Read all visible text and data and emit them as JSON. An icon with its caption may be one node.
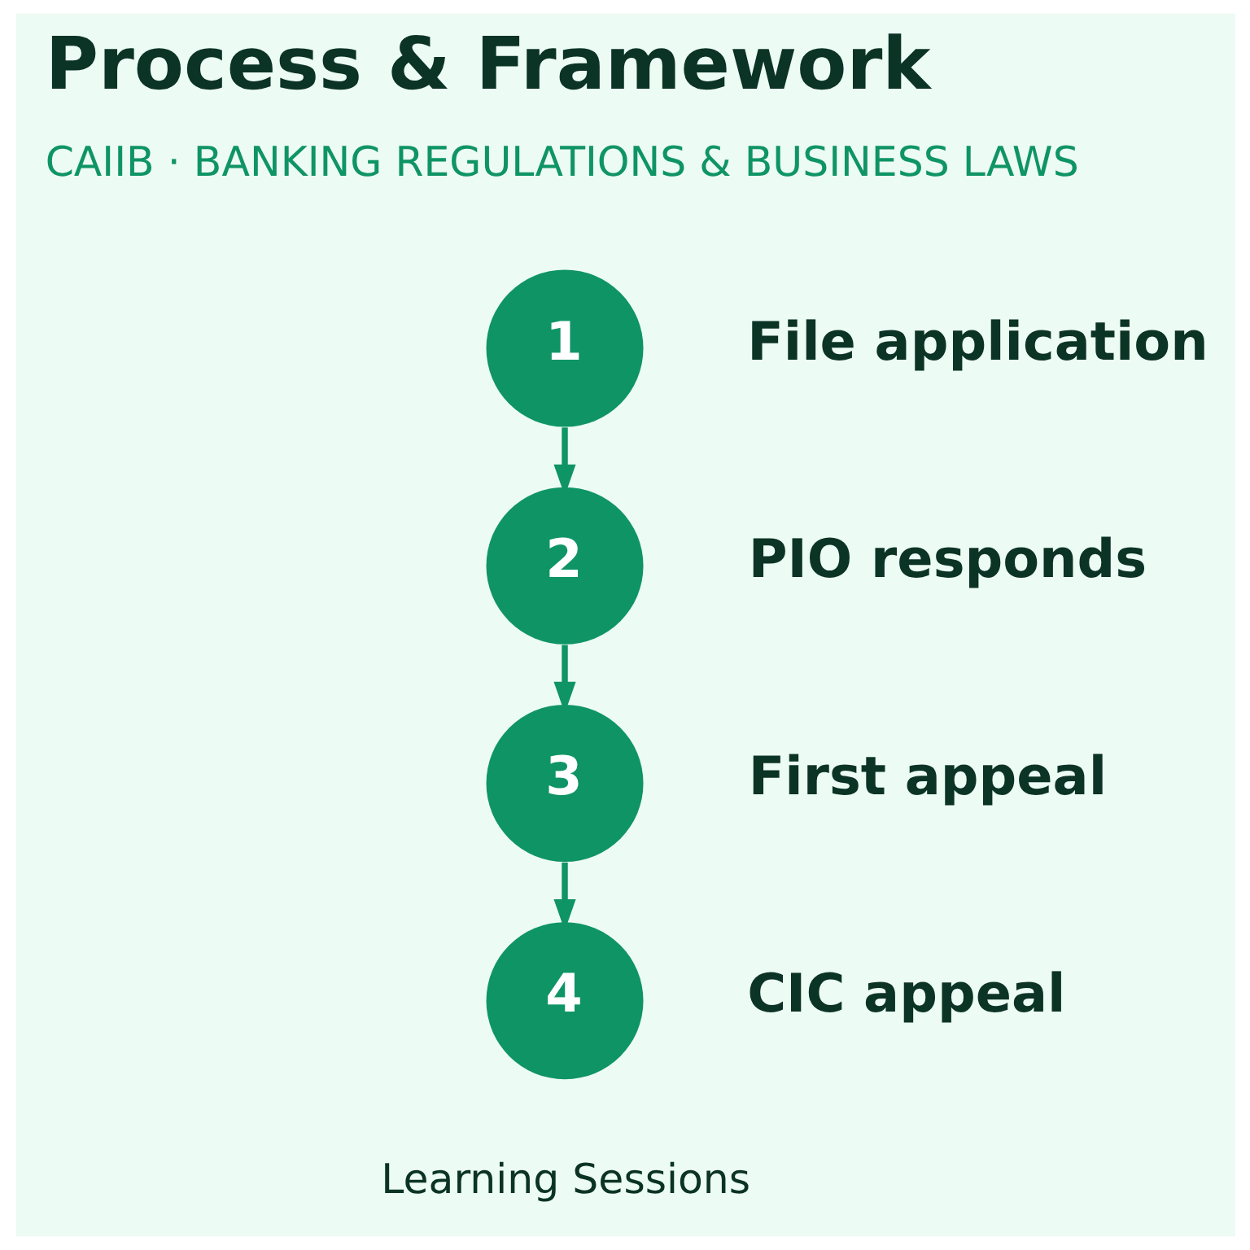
{
  "diagram": {
    "title": "Process & Framework",
    "nodes": [
      {
        "text": [
          "1"
        ],
        "beside": [
          "File application"
        ]
      },
      {
        "text": [
          "2"
        ],
        "beside": [
          "PIO responds"
        ]
      },
      {
        "text": [
          "3"
        ],
        "beside": [
          "First appeal"
        ]
      },
      {
        "text": [
          "4"
        ],
        "beside": [
          "CIC appeal"
        ]
      }
    ],
    "edges": [
      {
        "from": 0,
        "to": 1,
        "arrow": "to"
      },
      {
        "from": 1,
        "to": 2,
        "arrow": "to"
      },
      {
        "from": 2,
        "to": 3,
        "arrow": "to"
      }
    ],
    "labels": [
      "CAIIB · BANKING REGULATIONS & BUSINESS LAWS",
      "Learning Sessions"
    ]
  }
}
